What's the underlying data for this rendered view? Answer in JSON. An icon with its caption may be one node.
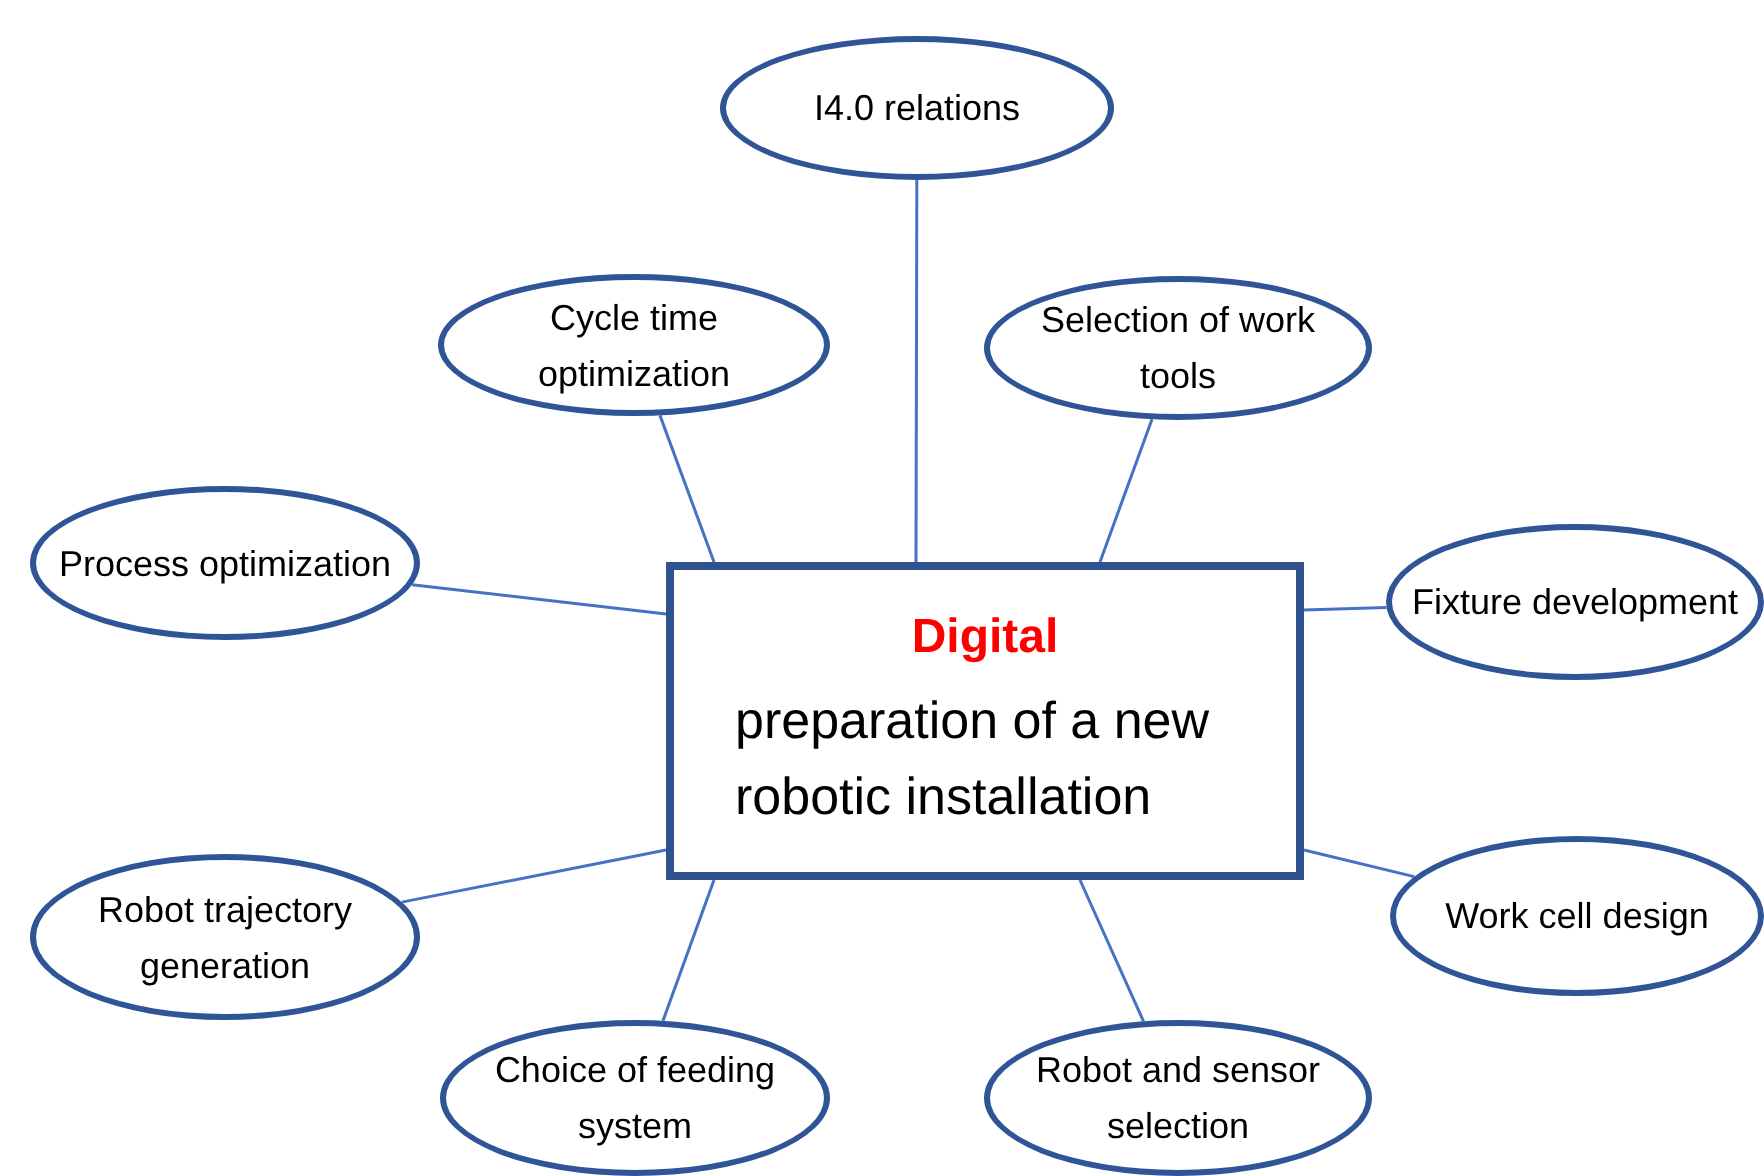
{
  "diagram": {
    "nodes": [
      {
        "text": [
          "Digital",
          "preparation of a new robotic installation"
        ]
      },
      {
        "text": [
          "I4.0 relations"
        ]
      },
      {
        "text": [
          "Cycle time optimization"
        ]
      },
      {
        "text": [
          "Selection of work tools"
        ]
      },
      {
        "text": [
          "Process optimization"
        ]
      },
      {
        "text": [
          "Fixture development"
        ]
      },
      {
        "text": [
          "Robot trajectory generation"
        ]
      },
      {
        "text": [
          "Work cell design"
        ]
      },
      {
        "text": [
          "Choice of feeding system"
        ]
      },
      {
        "text": [
          "Robot and sensor selection"
        ]
      }
    ],
    "edges": [
      {
        "from": 0,
        "to": 1,
        "arrow": "none"
      },
      {
        "from": 0,
        "to": 2,
        "arrow": "none"
      },
      {
        "from": 0,
        "to": 3,
        "arrow": "none"
      },
      {
        "from": 0,
        "to": 4,
        "arrow": "none"
      },
      {
        "from": 0,
        "to": 5,
        "arrow": "none"
      },
      {
        "from": 0,
        "to": 6,
        "arrow": "none"
      },
      {
        "from": 0,
        "to": 7,
        "arrow": "none"
      },
      {
        "from": 0,
        "to": 8,
        "arrow": "none"
      },
      {
        "from": 0,
        "to": 9,
        "arrow": "none"
      }
    ]
  }
}
